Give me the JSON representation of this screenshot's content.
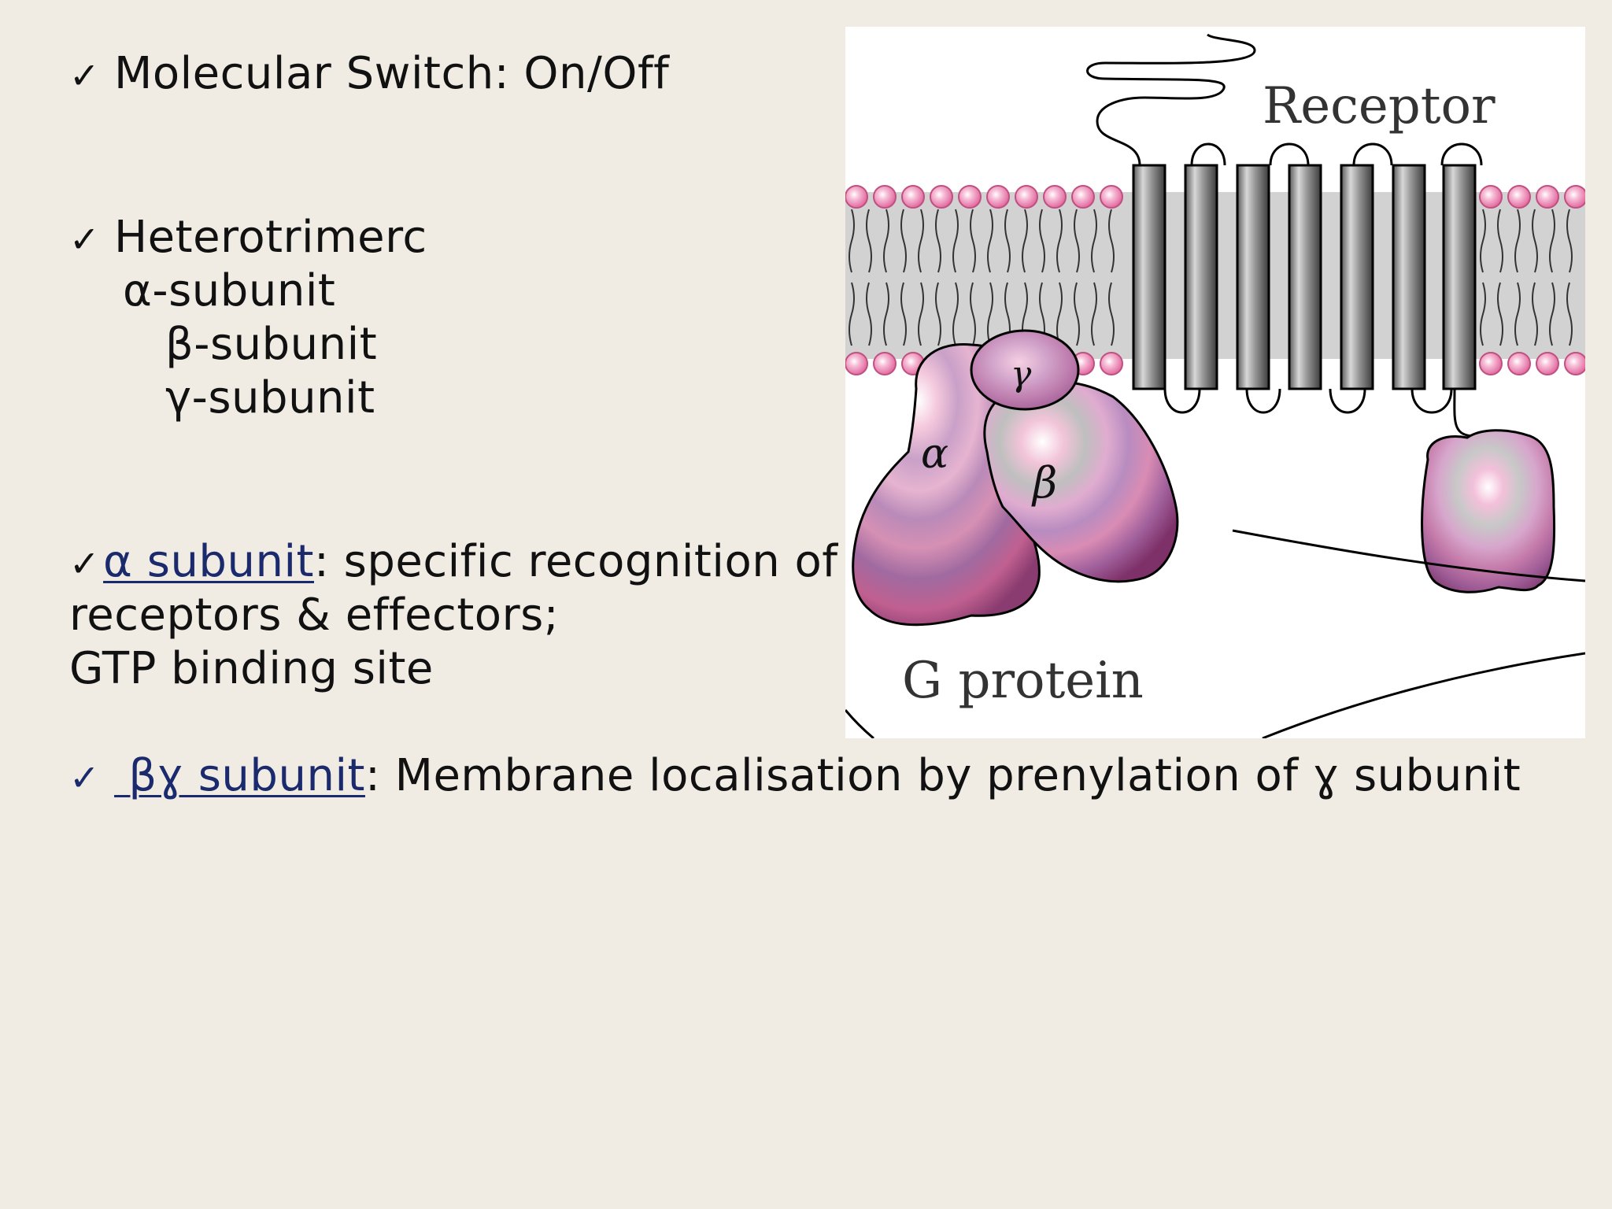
{
  "bullets": {
    "b1": "Molecular Switch: On/Off",
    "b2_title": "Heterotrimerc",
    "b2_alpha": "α-subunit",
    "b2_beta": "β-subunit",
    "b2_gamma": "γ-subunit",
    "b3_link": "α subunit",
    "b3_rest": ": specific recognition of",
    "b3_line2": "receptors & effectors;",
    "b3_line3": "GTP binding site",
    "b4_link": " βɣ subunit",
    "b4_rest": ": Membrane localisation by prenylation of ɣ subunit"
  },
  "check_glyph": "✓",
  "figure": {
    "receptor_label": "Receptor",
    "gprotein_label": "G protein",
    "alpha": "α",
    "beta": "β",
    "gamma": "γ"
  },
  "colors": {
    "background": "#f0ece4",
    "link": "#1a2a6c",
    "membrane": "#d0d0d0",
    "lipid_head": "#f5a6c8"
  }
}
